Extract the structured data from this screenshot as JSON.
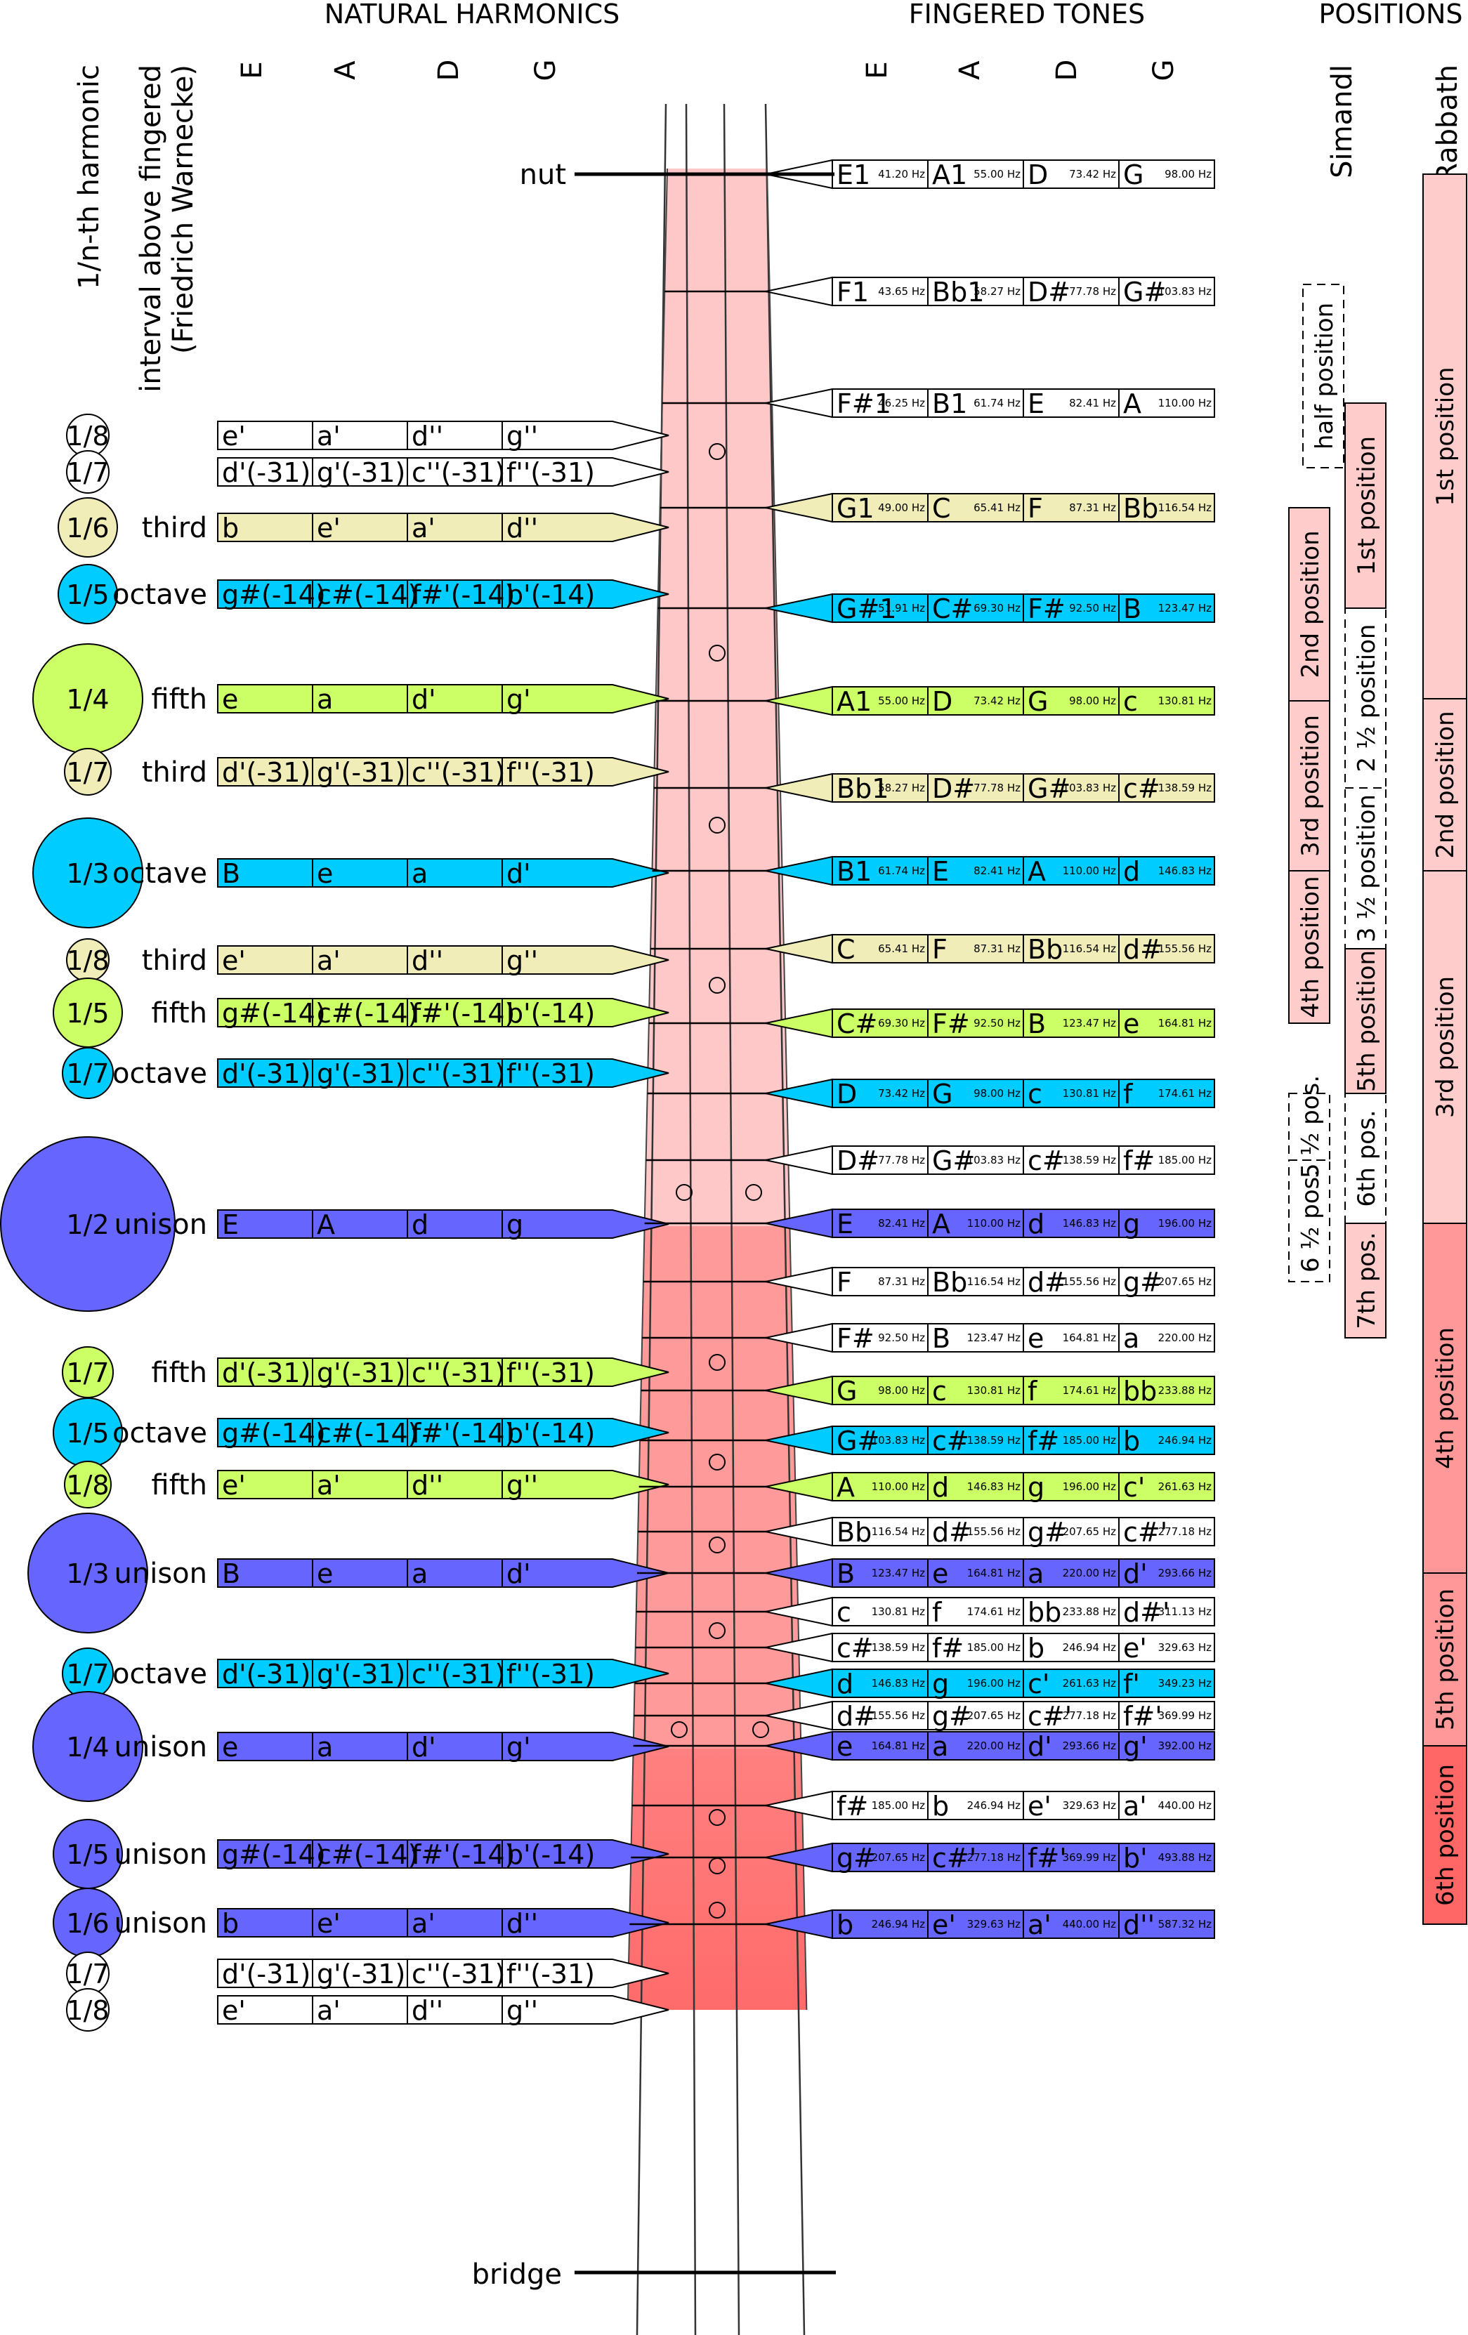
{
  "headers": {
    "natural_harmonics": "NATURAL HARMONICS",
    "fingered_tones": "FINGERED TONES",
    "positions": "POSITIONS"
  },
  "column_headers": {
    "harmonic": "1/n-th harmonic",
    "interval_line1": "interval above fingered",
    "interval_line2": "(Friedrich Warnecke)",
    "strings": [
      "E",
      "A",
      "D",
      "G"
    ],
    "simandl": "Simandl",
    "rabbath": "Rabbath"
  },
  "labels": {
    "nut": "nut",
    "bridge": "bridge"
  },
  "colors": {
    "neck_top": "#ffc8c8",
    "neck_mid": "#ff9a9a",
    "neck_bottom": "#ff6b6b",
    "pale": "#f1edb9",
    "green": "#ccff66",
    "cyan": "#00ccff",
    "blue": "#6666ff",
    "rabbath_1": "#ffcccc",
    "rabbath_2": "#ff9999",
    "rabbath_3": "#ff6666",
    "simandl": "#ffcccc"
  },
  "harmonics": [
    {
      "ratio": "1/8",
      "interval": "",
      "notes": [
        "e'",
        "a'",
        "d''",
        "g''"
      ],
      "color": "white"
    },
    {
      "ratio": "1/7",
      "interval": "",
      "notes": [
        "d'(-31)",
        "g'(-31)",
        "c''(-31)",
        "f''(-31)"
      ],
      "color": "white"
    },
    {
      "ratio": "1/6",
      "interval": "third",
      "notes": [
        "b",
        "e'",
        "a'",
        "d''"
      ],
      "color": "pale"
    },
    {
      "ratio": "1/5",
      "interval": "octave",
      "notes": [
        "g#(-14)",
        "c#(-14)",
        "f#'(-14)",
        "b'(-14)"
      ],
      "color": "cyan"
    },
    {
      "ratio": "1/4",
      "interval": "fifth",
      "notes": [
        "e",
        "a",
        "d'",
        "g'"
      ],
      "color": "green"
    },
    {
      "ratio": "1/7",
      "interval": "third",
      "notes": [
        "d'(-31)",
        "g'(-31)",
        "c''(-31)",
        "f''(-31)"
      ],
      "color": "pale"
    },
    {
      "ratio": "1/3",
      "interval": "octave",
      "notes": [
        "B",
        "e",
        "a",
        "d'"
      ],
      "color": "cyan"
    },
    {
      "ratio": "1/8",
      "interval": "third",
      "notes": [
        "e'",
        "a'",
        "d''",
        "g''"
      ],
      "color": "pale"
    },
    {
      "ratio": "1/5",
      "interval": "fifth",
      "notes": [
        "g#(-14)",
        "c#(-14)",
        "f#'(-14)",
        "b'(-14)"
      ],
      "color": "green"
    },
    {
      "ratio": "1/7",
      "interval": "octave",
      "notes": [
        "d'(-31)",
        "g'(-31)",
        "c''(-31)",
        "f''(-31)"
      ],
      "color": "cyan"
    },
    {
      "ratio": "1/2",
      "interval": "unison",
      "notes": [
        "E",
        "A",
        "d",
        "g"
      ],
      "color": "blue"
    },
    {
      "ratio": "1/7",
      "interval": "fifth",
      "notes": [
        "d'(-31)",
        "g'(-31)",
        "c''(-31)",
        "f''(-31)"
      ],
      "color": "green"
    },
    {
      "ratio": "1/5",
      "interval": "octave",
      "notes": [
        "g#(-14)",
        "c#(-14)",
        "f#'(-14)",
        "b'(-14)"
      ],
      "color": "cyan"
    },
    {
      "ratio": "1/8",
      "interval": "fifth",
      "notes": [
        "e'",
        "a'",
        "d''",
        "g''"
      ],
      "color": "green"
    },
    {
      "ratio": "1/3",
      "interval": "unison",
      "notes": [
        "B",
        "e",
        "a",
        "d'"
      ],
      "color": "blue"
    },
    {
      "ratio": "1/7",
      "interval": "octave",
      "notes": [
        "d'(-31)",
        "g'(-31)",
        "c''(-31)",
        "f''(-31)"
      ],
      "color": "cyan"
    },
    {
      "ratio": "1/4",
      "interval": "unison",
      "notes": [
        "e",
        "a",
        "d'",
        "g'"
      ],
      "color": "blue"
    },
    {
      "ratio": "1/5",
      "interval": "unison",
      "notes": [
        "g#(-14)",
        "c#(-14)",
        "f#'(-14)",
        "b'(-14)"
      ],
      "color": "blue"
    },
    {
      "ratio": "1/6",
      "interval": "unison",
      "notes": [
        "b",
        "e'",
        "a'",
        "d''"
      ],
      "color": "blue"
    },
    {
      "ratio": "1/7",
      "interval": "",
      "notes": [
        "d'(-31)",
        "g'(-31)",
        "c''(-31)",
        "f''(-31)"
      ],
      "color": "white"
    },
    {
      "ratio": "1/8",
      "interval": "",
      "notes": [
        "e'",
        "a'",
        "d''",
        "g''"
      ],
      "color": "white"
    }
  ],
  "fingered": [
    {
      "color": "white",
      "cells": [
        [
          "E1",
          "41.20 Hz"
        ],
        [
          "A1",
          "55.00 Hz"
        ],
        [
          "D",
          "73.42 Hz"
        ],
        [
          "G",
          "98.00 Hz"
        ]
      ]
    },
    {
      "color": "white",
      "cells": [
        [
          "F1",
          "43.65 Hz"
        ],
        [
          "Bb1",
          "58.27 Hz"
        ],
        [
          "D#",
          "77.78 Hz"
        ],
        [
          "G#",
          "103.83 Hz"
        ]
      ]
    },
    {
      "color": "white",
      "cells": [
        [
          "F#1",
          "46.25 Hz"
        ],
        [
          "B1",
          "61.74 Hz"
        ],
        [
          "E",
          "82.41 Hz"
        ],
        [
          "A",
          "110.00 Hz"
        ]
      ]
    },
    {
      "color": "pale",
      "cells": [
        [
          "G1",
          "49.00 Hz"
        ],
        [
          "C",
          "65.41 Hz"
        ],
        [
          "F",
          "87.31 Hz"
        ],
        [
          "Bb",
          "116.54 Hz"
        ]
      ]
    },
    {
      "color": "cyan",
      "cells": [
        [
          "G#1",
          "51.91 Hz"
        ],
        [
          "C#",
          "69.30 Hz"
        ],
        [
          "F#",
          "92.50 Hz"
        ],
        [
          "B",
          "123.47 Hz"
        ]
      ]
    },
    {
      "color": "green",
      "cells": [
        [
          "A1",
          "55.00 Hz"
        ],
        [
          "D",
          "73.42 Hz"
        ],
        [
          "G",
          "98.00 Hz"
        ],
        [
          "c",
          "130.81 Hz"
        ]
      ]
    },
    {
      "color": "pale",
      "cells": [
        [
          "Bb1",
          "58.27 Hz"
        ],
        [
          "D#",
          "77.78 Hz"
        ],
        [
          "G#",
          "103.83 Hz"
        ],
        [
          "c#",
          "138.59 Hz"
        ]
      ]
    },
    {
      "color": "cyan",
      "cells": [
        [
          "B1",
          "61.74 Hz"
        ],
        [
          "E",
          "82.41 Hz"
        ],
        [
          "A",
          "110.00 Hz"
        ],
        [
          "d",
          "146.83 Hz"
        ]
      ]
    },
    {
      "color": "pale",
      "cells": [
        [
          "C",
          "65.41 Hz"
        ],
        [
          "F",
          "87.31 Hz"
        ],
        [
          "Bb",
          "116.54 Hz"
        ],
        [
          "d#",
          "155.56 Hz"
        ]
      ]
    },
    {
      "color": "green",
      "cells": [
        [
          "C#",
          "69.30 Hz"
        ],
        [
          "F#",
          "92.50 Hz"
        ],
        [
          "B",
          "123.47 Hz"
        ],
        [
          "e",
          "164.81 Hz"
        ]
      ]
    },
    {
      "color": "cyan",
      "cells": [
        [
          "D",
          "73.42 Hz"
        ],
        [
          "G",
          "98.00 Hz"
        ],
        [
          "c",
          "130.81 Hz"
        ],
        [
          "f",
          "174.61 Hz"
        ]
      ]
    },
    {
      "color": "white",
      "cells": [
        [
          "D#",
          "77.78 Hz"
        ],
        [
          "G#",
          "103.83 Hz"
        ],
        [
          "c#",
          "138.59 Hz"
        ],
        [
          "f#",
          "185.00 Hz"
        ]
      ]
    },
    {
      "color": "blue",
      "cells": [
        [
          "E",
          "82.41 Hz"
        ],
        [
          "A",
          "110.00 Hz"
        ],
        [
          "d",
          "146.83 Hz"
        ],
        [
          "g",
          "196.00 Hz"
        ]
      ]
    },
    {
      "color": "white",
      "cells": [
        [
          "F",
          "87.31 Hz"
        ],
        [
          "Bb",
          "116.54 Hz"
        ],
        [
          "d#",
          "155.56 Hz"
        ],
        [
          "g#",
          "207.65 Hz"
        ]
      ]
    },
    {
      "color": "white",
      "cells": [
        [
          "F#",
          "92.50 Hz"
        ],
        [
          "B",
          "123.47 Hz"
        ],
        [
          "e",
          "164.81 Hz"
        ],
        [
          "a",
          "220.00 Hz"
        ]
      ]
    },
    {
      "color": "green",
      "cells": [
        [
          "G",
          "98.00 Hz"
        ],
        [
          "c",
          "130.81 Hz"
        ],
        [
          "f",
          "174.61 Hz"
        ],
        [
          "bb",
          "233.88 Hz"
        ]
      ]
    },
    {
      "color": "cyan",
      "cells": [
        [
          "G#",
          "103.83 Hz"
        ],
        [
          "c#",
          "138.59 Hz"
        ],
        [
          "f#",
          "185.00 Hz"
        ],
        [
          "b",
          "246.94 Hz"
        ]
      ]
    },
    {
      "color": "green",
      "cells": [
        [
          "A",
          "110.00 Hz"
        ],
        [
          "d",
          "146.83 Hz"
        ],
        [
          "g",
          "196.00 Hz"
        ],
        [
          "c'",
          "261.63 Hz"
        ]
      ]
    },
    {
      "color": "white",
      "cells": [
        [
          "Bb",
          "116.54 Hz"
        ],
        [
          "d#",
          "155.56 Hz"
        ],
        [
          "g#",
          "207.65 Hz"
        ],
        [
          "c#'",
          "277.18 Hz"
        ]
      ]
    },
    {
      "color": "blue",
      "cells": [
        [
          "B",
          "123.47 Hz"
        ],
        [
          "e",
          "164.81 Hz"
        ],
        [
          "a",
          "220.00 Hz"
        ],
        [
          "d'",
          "293.66 Hz"
        ]
      ]
    },
    {
      "color": "white",
      "cells": [
        [
          "c",
          "130.81 Hz"
        ],
        [
          "f",
          "174.61 Hz"
        ],
        [
          "bb",
          "233.88 Hz"
        ],
        [
          "d#'",
          "311.13 Hz"
        ]
      ]
    },
    {
      "color": "white",
      "cells": [
        [
          "c#",
          "138.59 Hz"
        ],
        [
          "f#",
          "185.00 Hz"
        ],
        [
          "b",
          "246.94 Hz"
        ],
        [
          "e'",
          "329.63 Hz"
        ]
      ]
    },
    {
      "color": "cyan",
      "cells": [
        [
          "d",
          "146.83 Hz"
        ],
        [
          "g",
          "196.00 Hz"
        ],
        [
          "c'",
          "261.63 Hz"
        ],
        [
          "f'",
          "349.23 Hz"
        ]
      ]
    },
    {
      "color": "white",
      "cells": [
        [
          "d#",
          "155.56 Hz"
        ],
        [
          "g#",
          "207.65 Hz"
        ],
        [
          "c#'",
          "277.18 Hz"
        ],
        [
          "f#'",
          "369.99 Hz"
        ]
      ]
    },
    {
      "color": "blue",
      "cells": [
        [
          "e",
          "164.81 Hz"
        ],
        [
          "a",
          "220.00 Hz"
        ],
        [
          "d'",
          "293.66 Hz"
        ],
        [
          "g'",
          "392.00 Hz"
        ]
      ]
    },
    {
      "color": "white",
      "cells": [
        [
          "f#",
          "185.00 Hz"
        ],
        [
          "b",
          "246.94 Hz"
        ],
        [
          "e'",
          "329.63 Hz"
        ],
        [
          "a'",
          "440.00 Hz"
        ]
      ]
    },
    {
      "color": "blue",
      "cells": [
        [
          "g#",
          "207.65 Hz"
        ],
        [
          "c#'",
          "277.18 Hz"
        ],
        [
          "f#'",
          "369.99 Hz"
        ],
        [
          "b'",
          "493.88 Hz"
        ]
      ]
    },
    {
      "color": "blue",
      "cells": [
        [
          "b",
          "246.94 Hz"
        ],
        [
          "e'",
          "329.63 Hz"
        ],
        [
          "a'",
          "440.00 Hz"
        ],
        [
          "d''",
          "587.32 Hz"
        ]
      ]
    }
  ],
  "simandl_positions": [
    "half position",
    "1st position",
    "2nd position",
    "2 ½ position",
    "3rd position",
    "3 ½ position",
    "4th position",
    "5th position",
    "5 ½ pos.",
    "6th pos.",
    "6 ½ pos.",
    "7th pos."
  ],
  "rabbath_positions": [
    "1st position",
    "2nd position",
    "3rd position",
    "4th position",
    "5th position",
    "6th position"
  ]
}
